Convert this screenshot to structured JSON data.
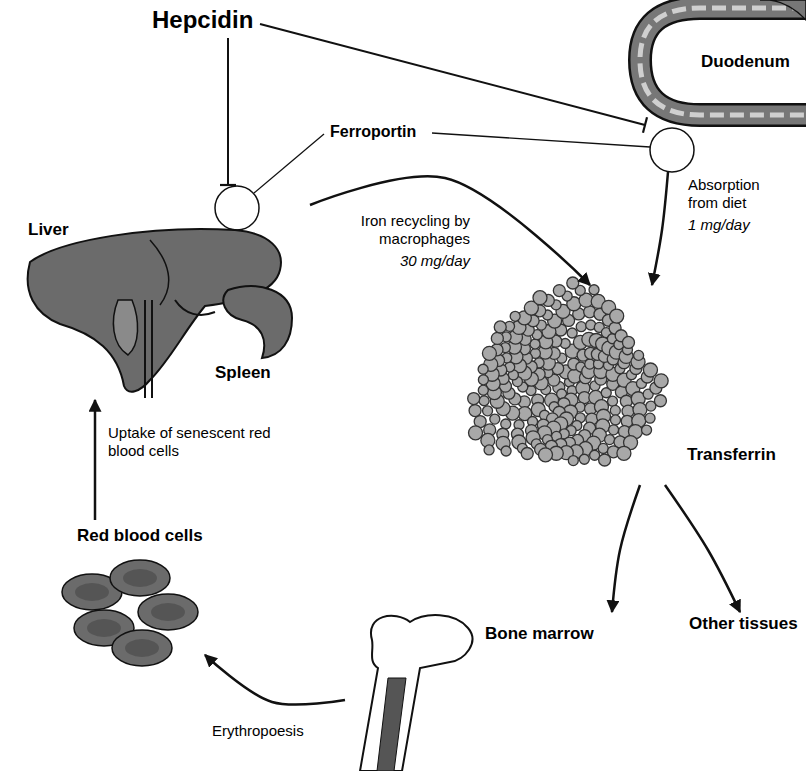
{
  "diagram": {
    "nodes": [
      {
        "text": [
          "Hepcidin"
        ]
      },
      {
        "text": [
          "Duodenum"
        ]
      },
      {
        "text": [
          "Liver",
          "Spleen"
        ]
      },
      {
        "text": [
          "Transferrin"
        ]
      },
      {
        "text": [
          "Bone marrow"
        ]
      },
      {
        "text": [
          "Other tissues"
        ]
      },
      {
        "text": [
          "Red blood cells"
        ]
      }
    ],
    "edges": [
      {
        "from": 0,
        "to": 2,
        "arrow": "to"
      },
      {
        "from": 0,
        "to": 1,
        "arrow": "to"
      },
      {
        "from": 2,
        "to": 3,
        "label": "Iron recycling by macrophages",
        "arrow": "to"
      },
      {
        "from": 1,
        "to": 3,
        "label": "Absorption from diet",
        "arrow": "to"
      },
      {
        "from": 3,
        "to": 4,
        "arrow": "to"
      },
      {
        "from": 3,
        "to": 5,
        "arrow": "to"
      },
      {
        "from": 4,
        "to": 6,
        "label": "Erythropoesis",
        "arrow": "to"
      },
      {
        "from": 6,
        "to": 2,
        "label": "Uptake of senescent red blood cells",
        "arrow": "to"
      }
    ],
    "labels": [
      "Ferroportin",
      "30 mg/day",
      "1 mg/day"
    ]
  }
}
